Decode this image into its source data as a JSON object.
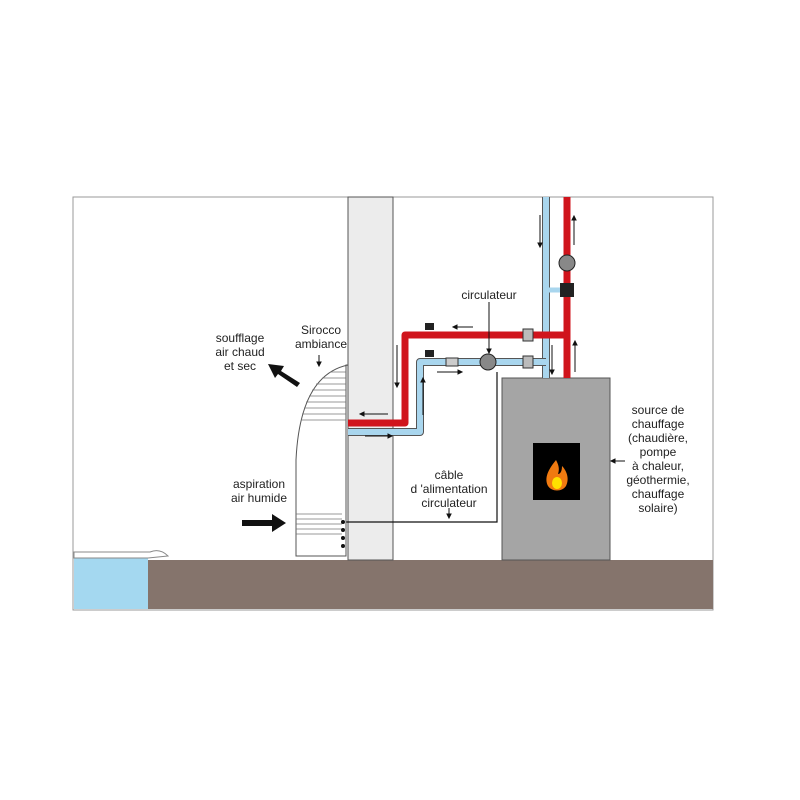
{
  "labels": {
    "soufflage": [
      "soufflage",
      "air chaud",
      "et sec"
    ],
    "sirocco": [
      "Sirocco",
      "ambiance"
    ],
    "aspiration": [
      "aspiration",
      "air humide"
    ],
    "circulateur": "circulateur",
    "cable": [
      "câble",
      "d 'alimentation",
      "circulateur"
    ],
    "source": [
      "source de",
      "chauffage",
      "(chaudière,",
      "pompe",
      "à chaleur,",
      "géothermie,",
      "chauffage",
      "solaire)"
    ]
  },
  "colors": {
    "hot_pipe": "#d0141c",
    "cold_pipe": "#a9d6ee",
    "boiler": "#a5a5a5",
    "ground": "#85746c",
    "column": "#ececec",
    "water": "#a4d8f0"
  }
}
